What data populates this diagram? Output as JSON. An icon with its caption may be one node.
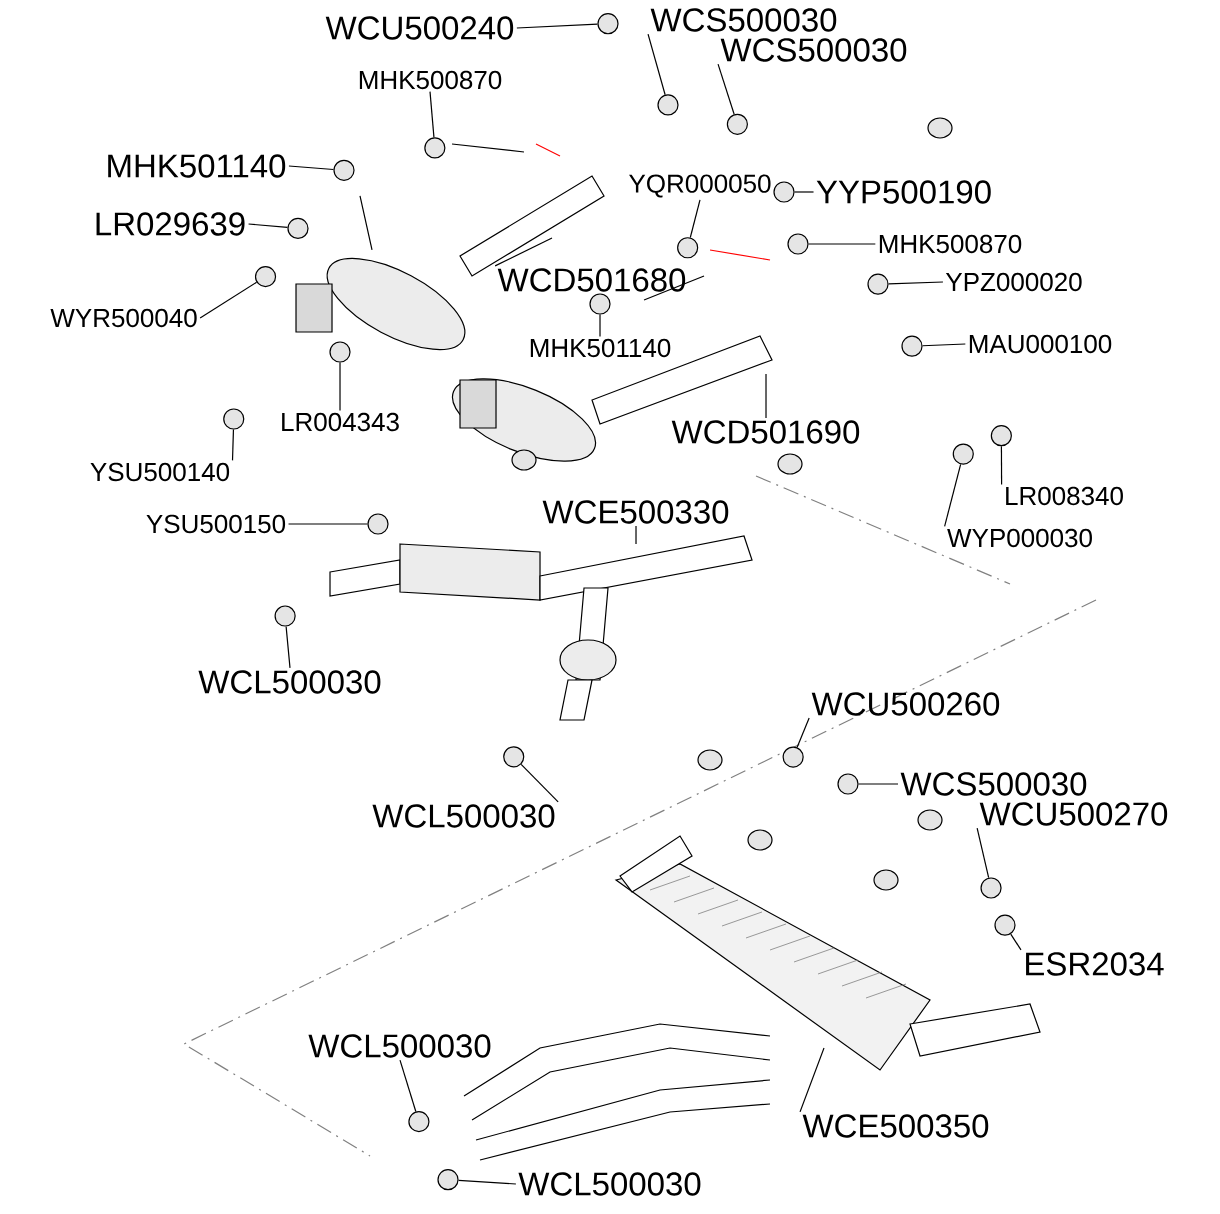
{
  "diagram": {
    "nodes": [
      {
        "text": [
          "WCU500240"
        ]
      },
      {
        "text": [
          "WCS500030"
        ]
      },
      {
        "text": [
          "WCS500030"
        ]
      },
      {
        "text": [
          "MHK500870"
        ]
      },
      {
        "text": [
          "MHK501140"
        ]
      },
      {
        "text": [
          "LR029639"
        ]
      },
      {
        "text": [
          "WCD501680"
        ]
      },
      {
        "text": [
          "YQR000050"
        ]
      },
      {
        "text": [
          "YYP500190"
        ]
      },
      {
        "text": [
          "MHK500870"
        ]
      },
      {
        "text": [
          "WYR500040"
        ]
      },
      {
        "text": [
          "MHK501140"
        ]
      },
      {
        "text": [
          "YPZ000020"
        ]
      },
      {
        "text": [
          "MAU000100"
        ]
      },
      {
        "text": [
          "LR004343"
        ]
      },
      {
        "text": [
          "WCD501690"
        ]
      },
      {
        "text": [
          "YSU500140"
        ]
      },
      {
        "text": [
          "LR008340"
        ]
      },
      {
        "text": [
          "WYP000030"
        ]
      },
      {
        "text": [
          "YSU500150"
        ]
      },
      {
        "text": [
          "WCE500330"
        ]
      },
      {
        "text": [
          "WCL500030"
        ]
      },
      {
        "text": [
          "WCL500030"
        ]
      },
      {
        "text": [
          "WCU500260"
        ]
      },
      {
        "text": [
          "WCS500030"
        ]
      },
      {
        "text": [
          "WCU500270"
        ]
      },
      {
        "text": [
          "ESR2034"
        ]
      },
      {
        "text": [
          "WCL500030"
        ]
      },
      {
        "text": [
          "WCE500350"
        ]
      },
      {
        "text": [
          "WCL500030"
        ]
      },
      {
        "text": [],
        "shape": "circle"
      },
      {
        "text": [],
        "shape": "circle"
      },
      {
        "text": [],
        "shape": "circle"
      },
      {
        "text": [],
        "shape": "circle"
      },
      {
        "text": [],
        "shape": "circle"
      },
      {
        "text": [],
        "shape": "circle"
      },
      {
        "text": [],
        "shape": "circle"
      },
      {
        "text": [],
        "shape": "circle"
      },
      {
        "text": [],
        "shape": "circle"
      },
      {
        "text": [],
        "shape": "circle"
      },
      {
        "text": [],
        "shape": "circle"
      },
      {
        "text": [],
        "shape": "circle"
      },
      {
        "text": [],
        "shape": "circle"
      },
      {
        "text": [],
        "shape": "circle"
      },
      {
        "text": [],
        "shape": "circle"
      },
      {
        "text": [],
        "shape": "circle"
      },
      {
        "text": [],
        "shape": "circle"
      },
      {
        "text": [],
        "shape": "circle"
      },
      {
        "text": [],
        "shape": "circle"
      },
      {
        "text": [],
        "shape": "circle"
      },
      {
        "text": [],
        "shape": "circle"
      },
      {
        "text": [],
        "shape": "circle"
      },
      {
        "text": [],
        "shape": "circle"
      },
      {
        "text": [],
        "shape": "circle"
      },
      {
        "text": [],
        "shape": "circle"
      },
      {
        "text": [],
        "shape": "circle"
      }
    ],
    "edges": [
      {
        "from": 0,
        "to": 30,
        "arrow": "none"
      },
      {
        "from": 1,
        "to": 31,
        "arrow": "none"
      },
      {
        "from": 2,
        "to": 32,
        "arrow": "none"
      },
      {
        "from": 3,
        "to": 33,
        "arrow": "none"
      },
      {
        "from": 4,
        "to": 34,
        "arrow": "none"
      },
      {
        "from": 5,
        "to": 35,
        "arrow": "none"
      },
      {
        "from": 6,
        "to": null,
        "arrow": "none"
      },
      {
        "from": 7,
        "to": 36,
        "arrow": "none"
      },
      {
        "from": 8,
        "to": 37,
        "arrow": "none"
      },
      {
        "from": 9,
        "to": 38,
        "arrow": "none"
      },
      {
        "from": 10,
        "to": 39,
        "arrow": "none"
      },
      {
        "from": 11,
        "to": 40,
        "arrow": "none"
      },
      {
        "from": 12,
        "to": 41,
        "arrow": "none"
      },
      {
        "from": 13,
        "to": 42,
        "arrow": "none"
      },
      {
        "from": 14,
        "to": 43,
        "arrow": "none"
      },
      {
        "from": 15,
        "to": null,
        "arrow": "none"
      },
      {
        "from": 16,
        "to": 44,
        "arrow": "none"
      },
      {
        "from": 17,
        "to": 45,
        "arrow": "none"
      },
      {
        "from": 18,
        "to": 46,
        "arrow": "none"
      },
      {
        "from": 19,
        "to": 47,
        "arrow": "none"
      },
      {
        "from": 20,
        "to": null,
        "arrow": "none"
      },
      {
        "from": 21,
        "to": 48,
        "arrow": "none"
      },
      {
        "from": 22,
        "to": 49,
        "arrow": "none"
      },
      {
        "from": 23,
        "to": 50,
        "arrow": "none"
      },
      {
        "from": 24,
        "to": 51,
        "arrow": "none"
      },
      {
        "from": 25,
        "to": 52,
        "arrow": "none"
      },
      {
        "from": 26,
        "to": 53,
        "arrow": "none"
      },
      {
        "from": 27,
        "to": 54,
        "arrow": "none"
      },
      {
        "from": 28,
        "to": null,
        "arrow": "none"
      },
      {
        "from": 29,
        "to": 55,
        "arrow": "none"
      }
    ]
  }
}
